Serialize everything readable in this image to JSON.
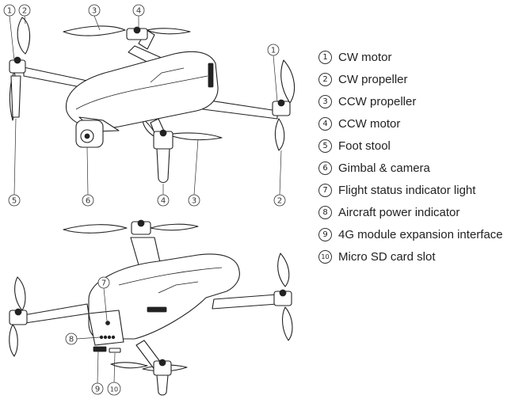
{
  "legend": [
    {
      "num": "1",
      "label": "CW motor"
    },
    {
      "num": "2",
      "label": "CW propeller"
    },
    {
      "num": "3",
      "label": "CCW propeller"
    },
    {
      "num": "4",
      "label": "CCW motor"
    },
    {
      "num": "5",
      "label": "Foot stool"
    },
    {
      "num": "6",
      "label": "Gimbal & camera"
    },
    {
      "num": "7",
      "label": "Flight status indicator light"
    },
    {
      "num": "8",
      "label": "Aircraft power indicator"
    },
    {
      "num": "9",
      "label": "4G module expansion interface"
    },
    {
      "num": "10",
      "label": "Micro SD card slot"
    }
  ],
  "callouts": {
    "top": [
      "1",
      "2",
      "3",
      "4",
      "1",
      "5",
      "6",
      "4",
      "3",
      "2"
    ],
    "bottom": [
      "7",
      "8",
      "9",
      "10"
    ]
  }
}
